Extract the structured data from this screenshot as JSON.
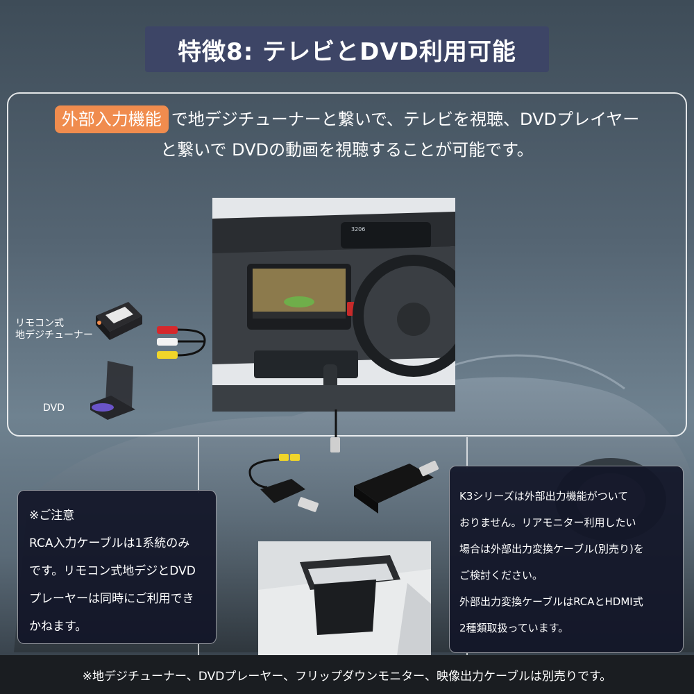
{
  "title": "特徴8: テレビとDVD利用可能",
  "intro": {
    "badge": "外部入力機能",
    "line1_rest": "で地デジチューナーと繋いで、テレビを視聴、DVDプレイヤー",
    "line2": "と繋いで DVDの動画を視聴することが可能です。"
  },
  "labels": {
    "tuner_line1": "リモコン式",
    "tuner_line2": "地デジチューナー",
    "dvd": "DVD"
  },
  "screen_time": "3206",
  "note_left": {
    "heading": "※ご注意",
    "lines": [
      "RCA入力ケーブルは1系統のみ",
      "です。リモコン式地デジとDVD",
      "プレーヤーは同時にご利用でき",
      "かねます。"
    ]
  },
  "note_right": {
    "lines": [
      "K3シリーズは外部出力機能がついて",
      "おりません。リアモニター利用したい",
      "場合は外部出力変換ケーブル(別売り)を",
      "ご検討ください。",
      "外部出力変換ケーブルはRCAとHDMI式",
      "2種類取扱っています。"
    ]
  },
  "footer": "※地デジチューナー、DVDプレーヤー、フリップダウンモニター、映像出力ケーブルは別売りです。",
  "colors": {
    "title_bg": "#3d4566",
    "badge_bg": "#f08c4e",
    "note_bg": "#12162a",
    "footer_bg": "#1a1d21"
  }
}
